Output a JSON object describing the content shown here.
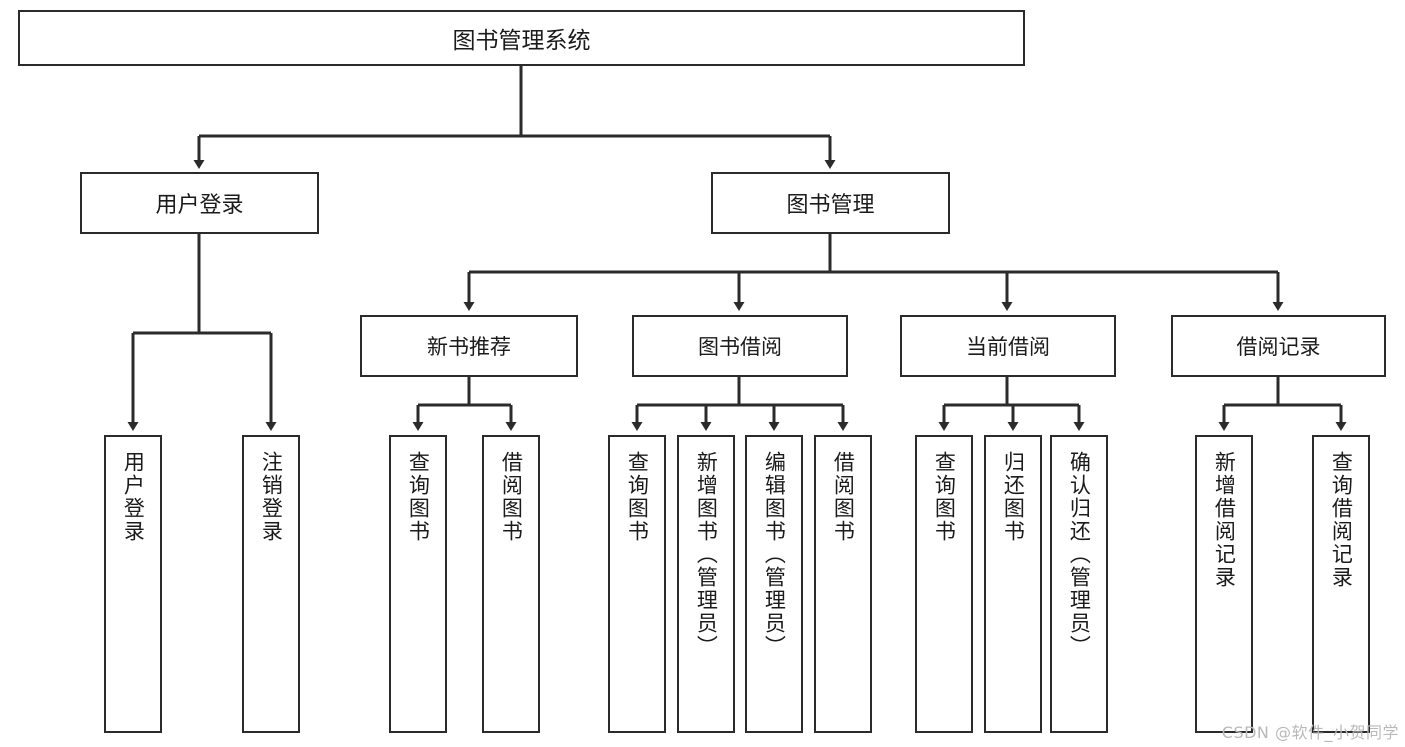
{
  "diagram": {
    "type": "tree-hierarchy-chart",
    "title": "图书管理系统",
    "line_color": "#2b2b2b",
    "box_fill": "#ffffff",
    "text_color": "#1b1b1b",
    "watermark": "CSDN @软件_小贺同学",
    "root": {
      "label": "图书管理系统"
    },
    "level1": [
      {
        "label": "用户登录"
      },
      {
        "label": "图书管理"
      }
    ],
    "level2": [
      {
        "label": "新书推荐"
      },
      {
        "label": "图书借阅"
      },
      {
        "label": "当前借阅"
      },
      {
        "label": "借阅记录"
      }
    ],
    "leaves": {
      "user_login": [
        {
          "label": "用户登录"
        },
        {
          "label": "注销登录"
        }
      ],
      "new_book_recommend": [
        {
          "label": "查询图书"
        },
        {
          "label": "借阅图书"
        }
      ],
      "book_borrow": [
        {
          "label": "查询图书"
        },
        {
          "label": "新增图书（管理员）"
        },
        {
          "label": "编辑图书（管理员）"
        },
        {
          "label": "借阅图书"
        }
      ],
      "current_borrow": [
        {
          "label": "查询图书"
        },
        {
          "label": "归还图书"
        },
        {
          "label": "确认归还（管理员）"
        }
      ],
      "borrow_record": [
        {
          "label": "新增借阅记录"
        },
        {
          "label": "查询借阅记录"
        }
      ]
    }
  }
}
